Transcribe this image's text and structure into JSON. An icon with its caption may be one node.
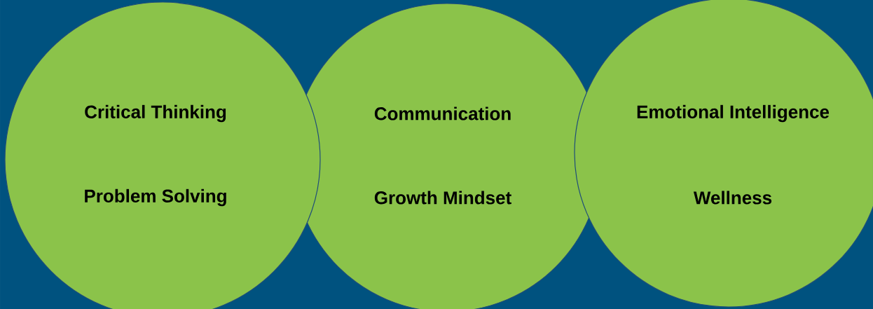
{
  "diagram": {
    "nodes": [
      {
        "text": [
          "Critical Thinking",
          "Problem Solving"
        ]
      },
      {
        "text": [
          "Communication",
          "Growth Mindset"
        ]
      },
      {
        "text": [
          "Emotional Intelligence",
          "Wellness"
        ]
      }
    ]
  }
}
